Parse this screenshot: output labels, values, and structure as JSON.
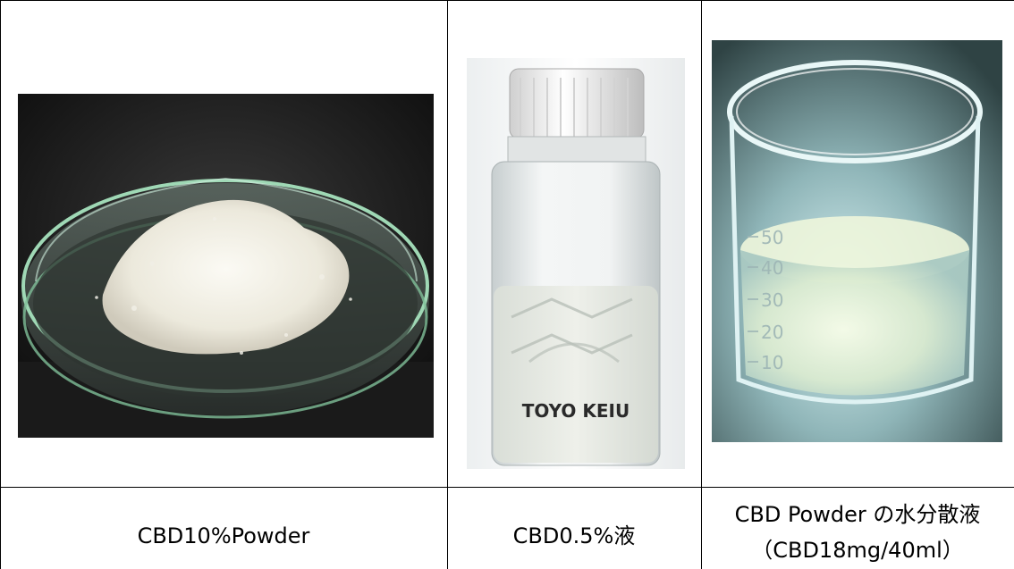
{
  "captions": {
    "col1": "CBD10%Powder",
    "col2": "CBD0.5%液",
    "col3_line1": "CBD Powder の水分散液",
    "col3_line2": "（CBD18mg/40ml）"
  },
  "vial_label": "TOYO KEIU",
  "beaker_scale": [
    "50",
    "40",
    "30",
    "20",
    "10"
  ],
  "colors": {
    "border": "#000000",
    "background": "#ffffff"
  }
}
